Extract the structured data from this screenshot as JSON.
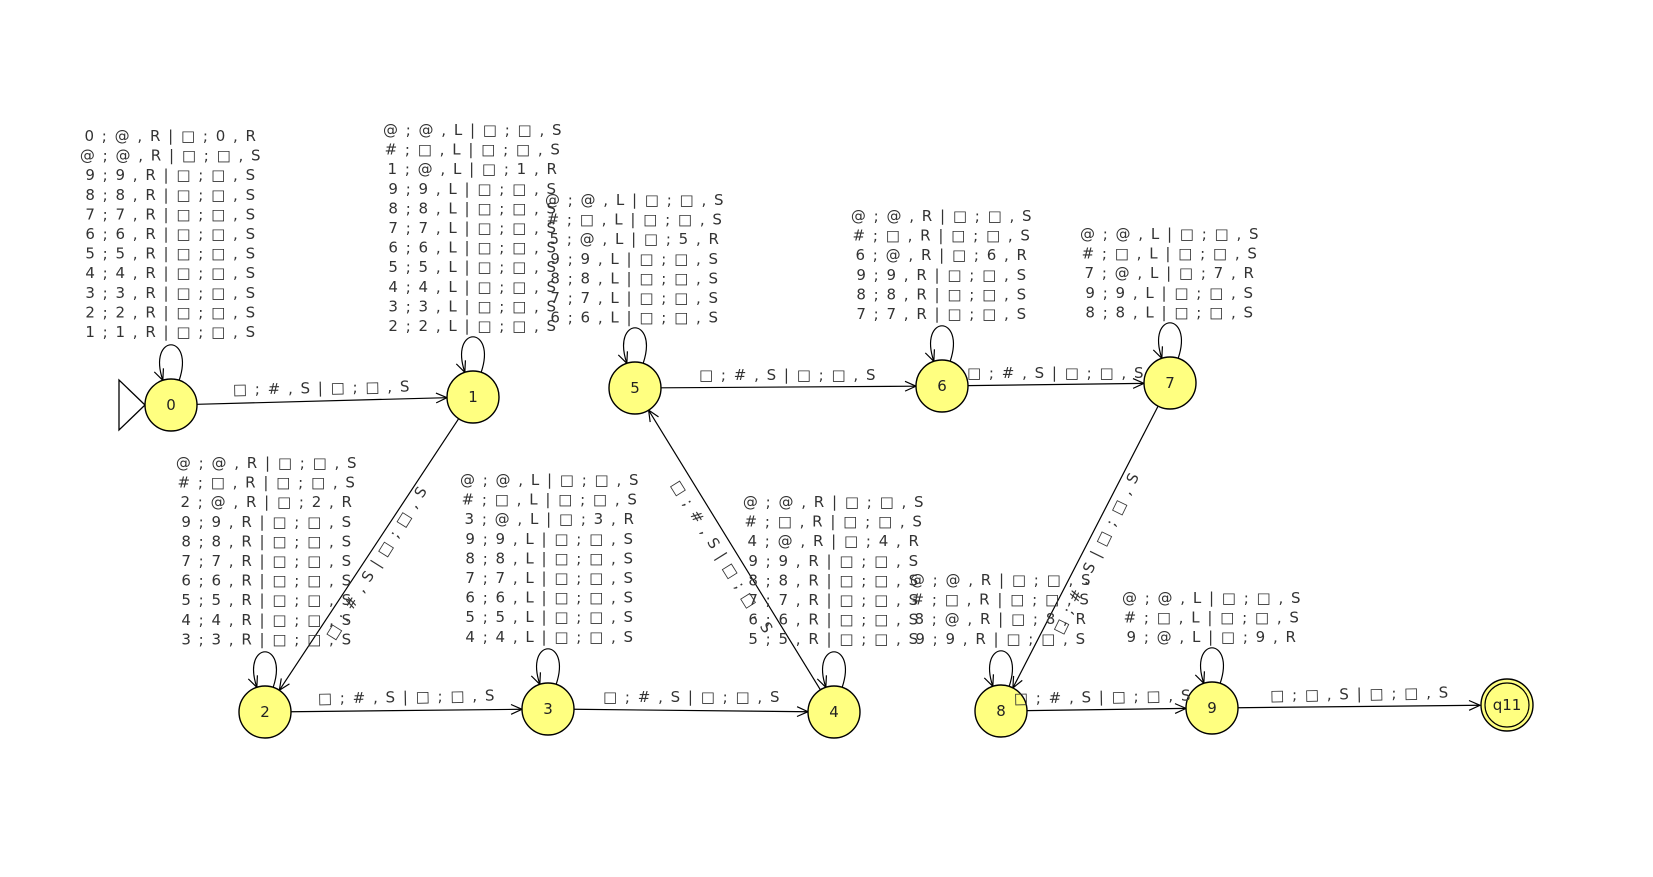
{
  "states": [
    {
      "id": "0",
      "label": "0"
    },
    {
      "id": "1",
      "label": "1"
    },
    {
      "id": "2",
      "label": "2"
    },
    {
      "id": "3",
      "label": "3"
    },
    {
      "id": "4",
      "label": "4"
    },
    {
      "id": "5",
      "label": "5"
    },
    {
      "id": "6",
      "label": "6"
    },
    {
      "id": "7",
      "label": "7"
    },
    {
      "id": "8",
      "label": "8"
    },
    {
      "id": "9",
      "label": "9"
    },
    {
      "id": "q11",
      "label": "q11"
    }
  ],
  "initial_state": "0",
  "final_states": [
    "q11"
  ],
  "transitions": [
    {
      "from": "0",
      "to": "1",
      "labels": [
        "□ ; # , S | □ ; □ , S"
      ]
    },
    {
      "from": "1",
      "to": "2",
      "labels": [
        "□ ; # , S | □ ; □ , S"
      ]
    },
    {
      "from": "2",
      "to": "3",
      "labels": [
        "□ ; # , S | □ ; □ , S"
      ]
    },
    {
      "from": "3",
      "to": "4",
      "labels": [
        "□ ; # , S | □ ; □ , S"
      ]
    },
    {
      "from": "4",
      "to": "5",
      "labels": [
        "□ ; # , S | □ ; □ , S"
      ]
    },
    {
      "from": "5",
      "to": "6",
      "labels": [
        "□ ; # , S | □ ; □ , S"
      ]
    },
    {
      "from": "6",
      "to": "7",
      "labels": [
        "□ ; # , S | □ ; □ , S"
      ]
    },
    {
      "from": "7",
      "to": "8",
      "labels": [
        "□ ; # , S | □ ; □ , S"
      ]
    },
    {
      "from": "8",
      "to": "9",
      "labels": [
        "□ ; # , S | □ ; □ , S"
      ]
    },
    {
      "from": "9",
      "to": "q11",
      "labels": [
        "□ ; □ , S | □ ; □ , S"
      ]
    },
    {
      "from": "0",
      "to": "0",
      "labels": [
        "0 ; @ , R | □ ; 0 , R",
        "@ ; @ , R | □ ; □ , S",
        "9 ; 9 , R | □ ; □ , S",
        "8 ; 8 , R | □ ; □ , S",
        "7 ; 7 , R | □ ; □ , S",
        "6 ; 6 , R | □ ; □ , S",
        "5 ; 5 , R | □ ; □ , S",
        "4 ; 4 , R | □ ; □ , S",
        "3 ; 3 , R | □ ; □ , S",
        "2 ; 2 , R | □ ; □ , S",
        "1 ; 1 , R | □ ; □ , S"
      ]
    },
    {
      "from": "1",
      "to": "1",
      "labels": [
        "@ ; @ , L | □ ; □ , S",
        "# ; □ , L | □ ; □ , S",
        "1 ; @ , L | □ ; 1 , R",
        "9 ; 9 , L | □ ; □ , S",
        "8 ; 8 , L | □ ; □ , S",
        "7 ; 7 , L | □ ; □ , S",
        "6 ; 6 , L | □ ; □ , S",
        "5 ; 5 , L | □ ; □ , S",
        "4 ; 4 , L | □ ; □ , S",
        "3 ; 3 , L | □ ; □ , S",
        "2 ; 2 , L | □ ; □ , S"
      ]
    },
    {
      "from": "2",
      "to": "2",
      "labels": [
        "@ ; @ , R | □ ; □ , S",
        "# ; □ , R | □ ; □ , S",
        "2 ; @ , R | □ ; 2 , R",
        "9 ; 9 , R | □ ; □ , S",
        "8 ; 8 , R | □ ; □ , S",
        "7 ; 7 , R | □ ; □ , S",
        "6 ; 6 , R | □ ; □ , S",
        "5 ; 5 , R | □ ; □ , S",
        "4 ; 4 , R | □ ; □ , S",
        "3 ; 3 , R | □ ; □ , S"
      ]
    },
    {
      "from": "3",
      "to": "3",
      "labels": [
        "@ ; @ , L | □ ; □ , S",
        "# ; □ , L | □ ; □ , S",
        "3 ; @ , L | □ ; 3 , R",
        "9 ; 9 , L | □ ; □ , S",
        "8 ; 8 , L | □ ; □ , S",
        "7 ; 7 , L | □ ; □ , S",
        "6 ; 6 , L | □ ; □ , S",
        "5 ; 5 , L | □ ; □ , S",
        "4 ; 4 , L | □ ; □ , S"
      ]
    },
    {
      "from": "4",
      "to": "4",
      "labels": [
        "@ ; @ , R | □ ; □ , S",
        "# ; □ , R | □ ; □ , S",
        "4 ; @ , R | □ ; 4 , R",
        "9 ; 9 , R | □ ; □ , S",
        "8 ; 8 , R | □ ; □ , S",
        "7 ; 7 , R | □ ; □ , S",
        "6 ; 6 , R | □ ; □ , S",
        "5 ; 5 , R | □ ; □ , S"
      ]
    },
    {
      "from": "5",
      "to": "5",
      "labels": [
        "@ ; @ , L | □ ; □ , S",
        "# ; □ , L | □ ; □ , S",
        "5 ; @ , L | □ ; 5 , R",
        "9 ; 9 , L | □ ; □ , S",
        "8 ; 8 , L | □ ; □ , S",
        "7 ; 7 , L | □ ; □ , S",
        "6 ; 6 , L | □ ; □ , S"
      ]
    },
    {
      "from": "6",
      "to": "6",
      "labels": [
        "@ ; @ , R | □ ; □ , S",
        "# ; □ , R | □ ; □ , S",
        "6 ; @ , R | □ ; 6 , R",
        "9 ; 9 , R | □ ; □ , S",
        "8 ; 8 , R | □ ; □ , S",
        "7 ; 7 , R | □ ; □ , S"
      ]
    },
    {
      "from": "7",
      "to": "7",
      "labels": [
        "@ ; @ , L | □ ; □ , S",
        "# ; □ , L | □ ; □ , S",
        "7 ; @ , L | □ ; 7 , R",
        "9 ; 9 , L | □ ; □ , S",
        "8 ; 8 , L | □ ; □ , S"
      ]
    },
    {
      "from": "8",
      "to": "8",
      "labels": [
        "@ ; @ , R | □ ; □ , S",
        "# ; □ , R | □ ; □ , S",
        "8 ; @ , R | □ ; 8 , R",
        "9 ; 9 , R | □ ; □ , S"
      ]
    },
    {
      "from": "9",
      "to": "9",
      "labels": [
        "@ ; @ , L | □ ; □ , S",
        "# ; □ , L | □ ; □ , S",
        "9 ; @ , L | □ ; 9 , R"
      ]
    }
  ]
}
